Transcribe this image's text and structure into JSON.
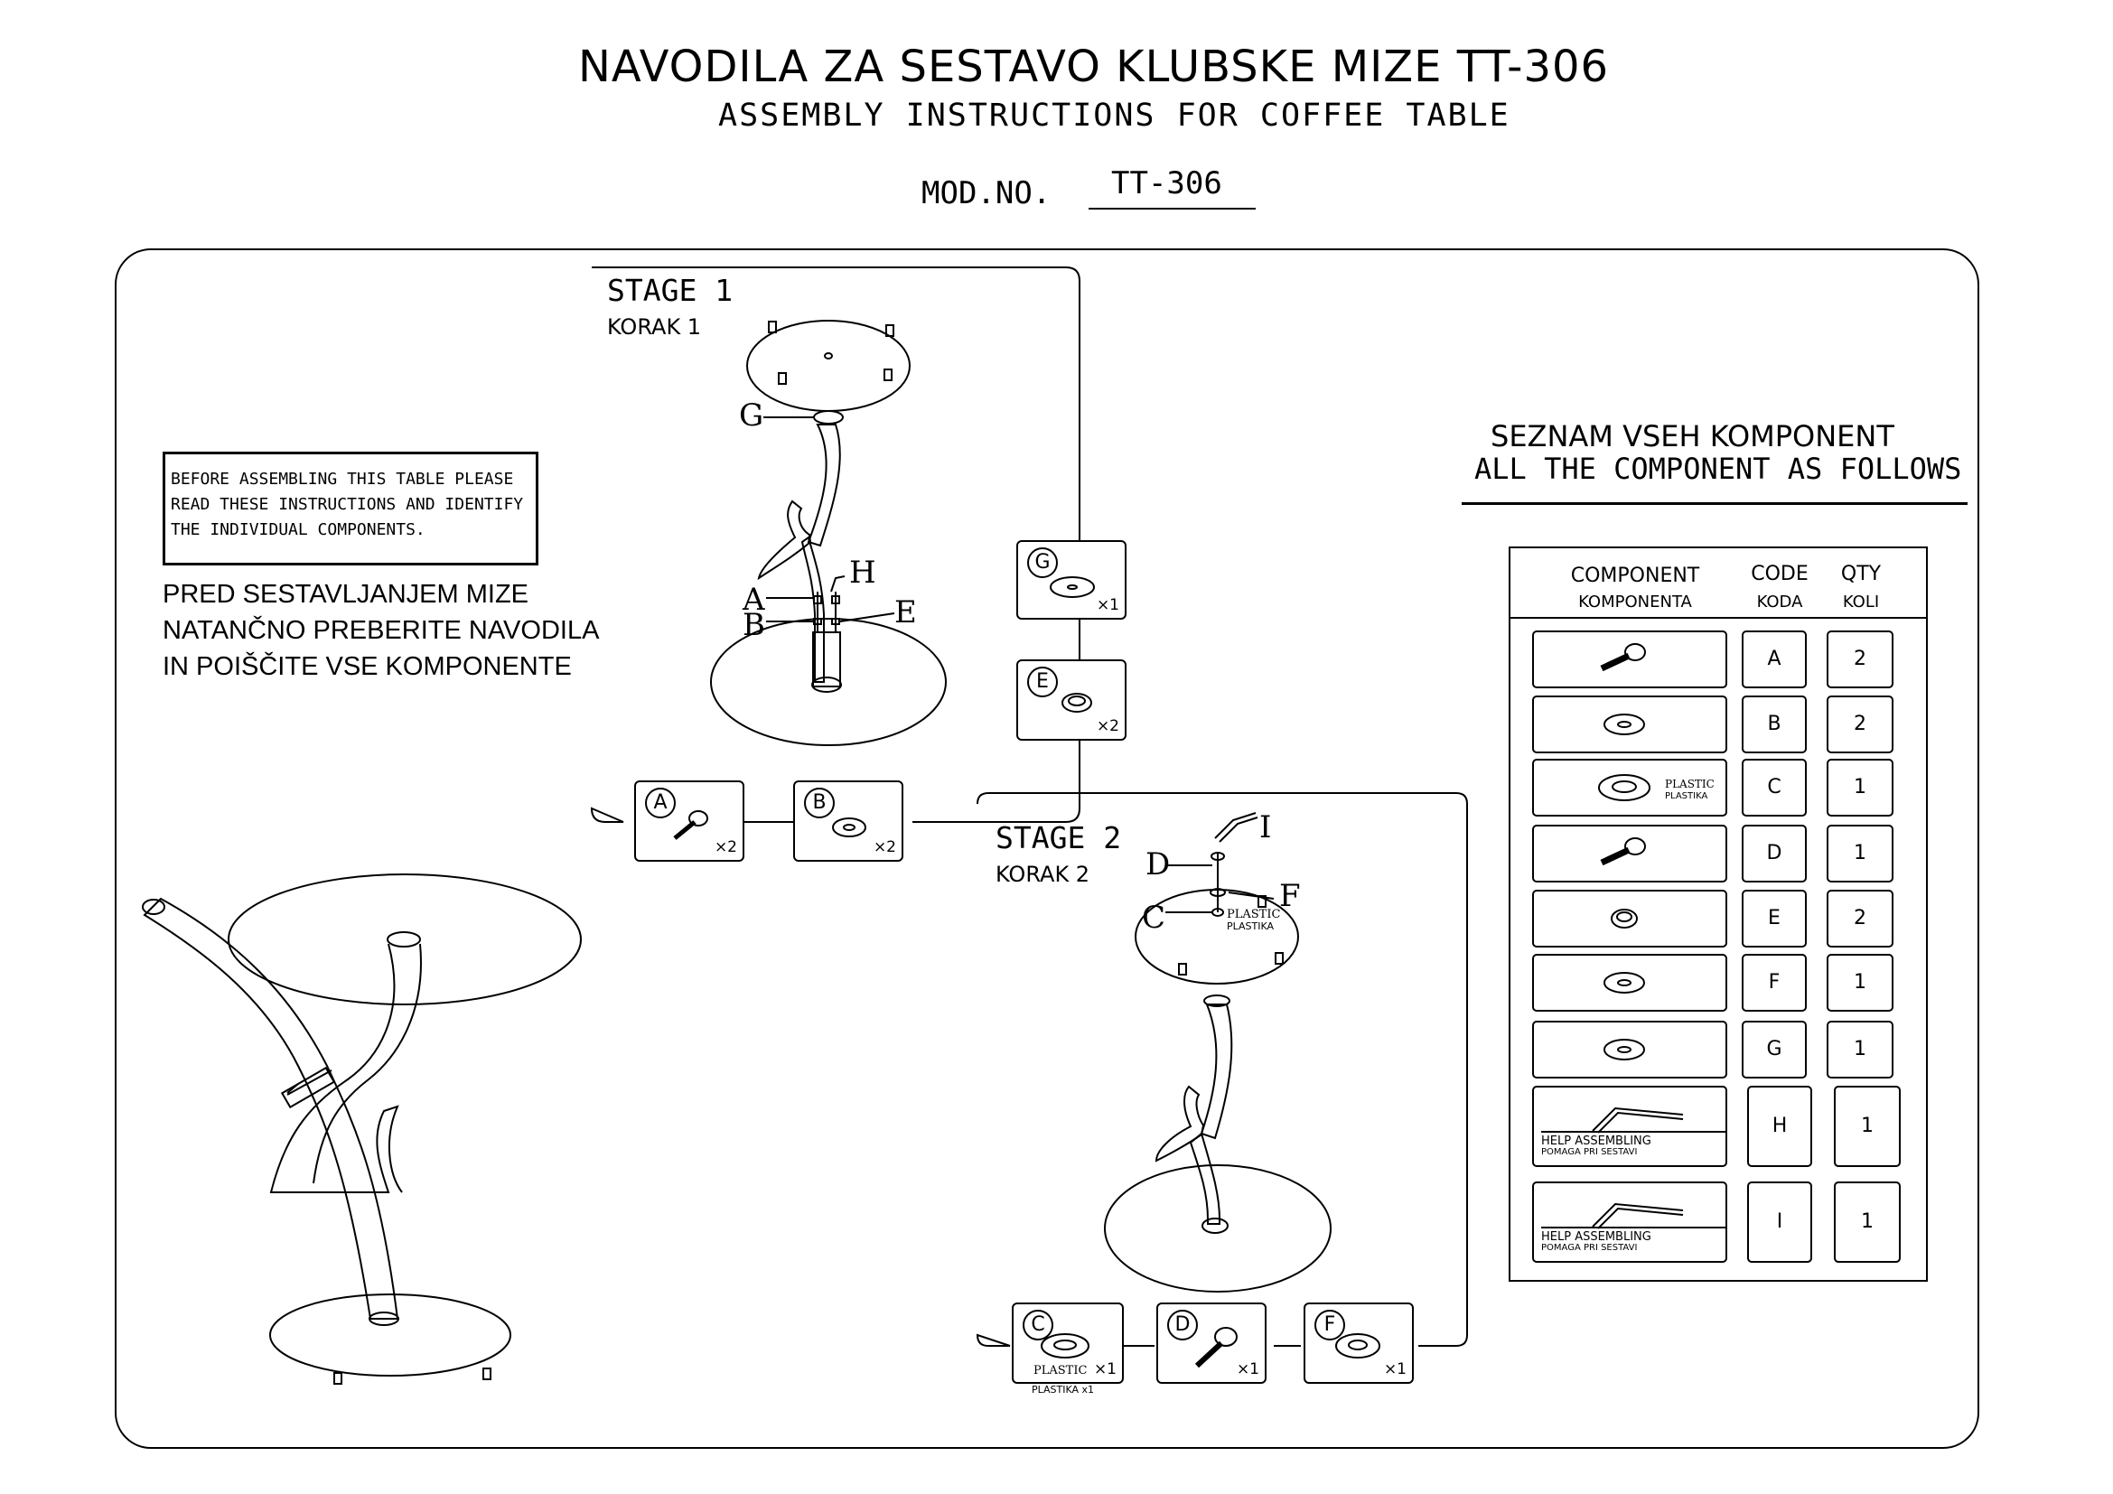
{
  "header": {
    "title": "NAVODILA ZA SESTAVO KLUBSKE MIZE TT-306",
    "subtitle": "ASSEMBLY INSTRUCTIONS FOR COFFEE TABLE",
    "mod_label": "MOD.NO.",
    "mod_value": "TT-306"
  },
  "notice": {
    "english": [
      "BEFORE ASSEMBLING THIS TABLE PLEASE",
      "READ THESE INSTRUCTIONS AND IDENTIFY",
      "THE INDIVIDUAL COMPONENTS."
    ],
    "slovene": [
      "PRED SESTAVLJANJEM MIZE",
      "NATANČNO PREBERITE NAVODILA",
      "IN POIŠČITE VSE KOMPONENTE"
    ]
  },
  "stage1": {
    "title": "STAGE 1",
    "subtitle": "KORAK 1",
    "labels": [
      "G",
      "H",
      "A",
      "B",
      "E"
    ],
    "callouts": [
      {
        "letter": "G",
        "qty": "×1"
      },
      {
        "letter": "E",
        "qty": "×2"
      },
      {
        "letter": "A",
        "qty": "×2"
      },
      {
        "letter": "B",
        "qty": "×2"
      }
    ]
  },
  "stage2": {
    "title": "STAGE 2",
    "subtitle": "KORAK 2",
    "labels": [
      "I",
      "D",
      "F",
      "C"
    ],
    "plastic": "PLASTIC",
    "plastika": "PLASTIKA",
    "callouts": [
      {
        "letter": "C",
        "qty": "×1",
        "note1": "PLASTIC",
        "note2": "PLASTIKA x1"
      },
      {
        "letter": "D",
        "qty": "×1"
      },
      {
        "letter": "F",
        "qty": "×1"
      }
    ]
  },
  "component_list": {
    "heading1": "SEZNAM VSEH KOMPONENT",
    "heading2": "ALL THE COMPONENT AS FOLLOWS",
    "col_component": "COMPONENT",
    "col_component_sl": "KOMPONENTA",
    "col_code": "CODE",
    "col_code_sl": "KODA",
    "col_qty": "QTY",
    "col_qty_sl": "KOLI",
    "plastic": "PLASTIC",
    "plastika": "PLASTIKA",
    "help": "HELP ASSEMBLING",
    "help_sl": "POMAGA PRI SESTAVI",
    "rows": [
      {
        "icon": "screw-icon",
        "code": "A",
        "qty": "2"
      },
      {
        "icon": "washer-icon",
        "code": "B",
        "qty": "2"
      },
      {
        "icon": "plastic-washer-icon",
        "code": "C",
        "qty": "1"
      },
      {
        "icon": "screw-icon",
        "code": "D",
        "qty": "1"
      },
      {
        "icon": "spring-washer-icon",
        "code": "E",
        "qty": "2"
      },
      {
        "icon": "washer-icon",
        "code": "F",
        "qty": "1"
      },
      {
        "icon": "washer-icon",
        "code": "G",
        "qty": "1"
      },
      {
        "icon": "allen-key-icon",
        "code": "H",
        "qty": "1"
      },
      {
        "icon": "allen-key-icon",
        "code": "I",
        "qty": "1"
      }
    ]
  }
}
